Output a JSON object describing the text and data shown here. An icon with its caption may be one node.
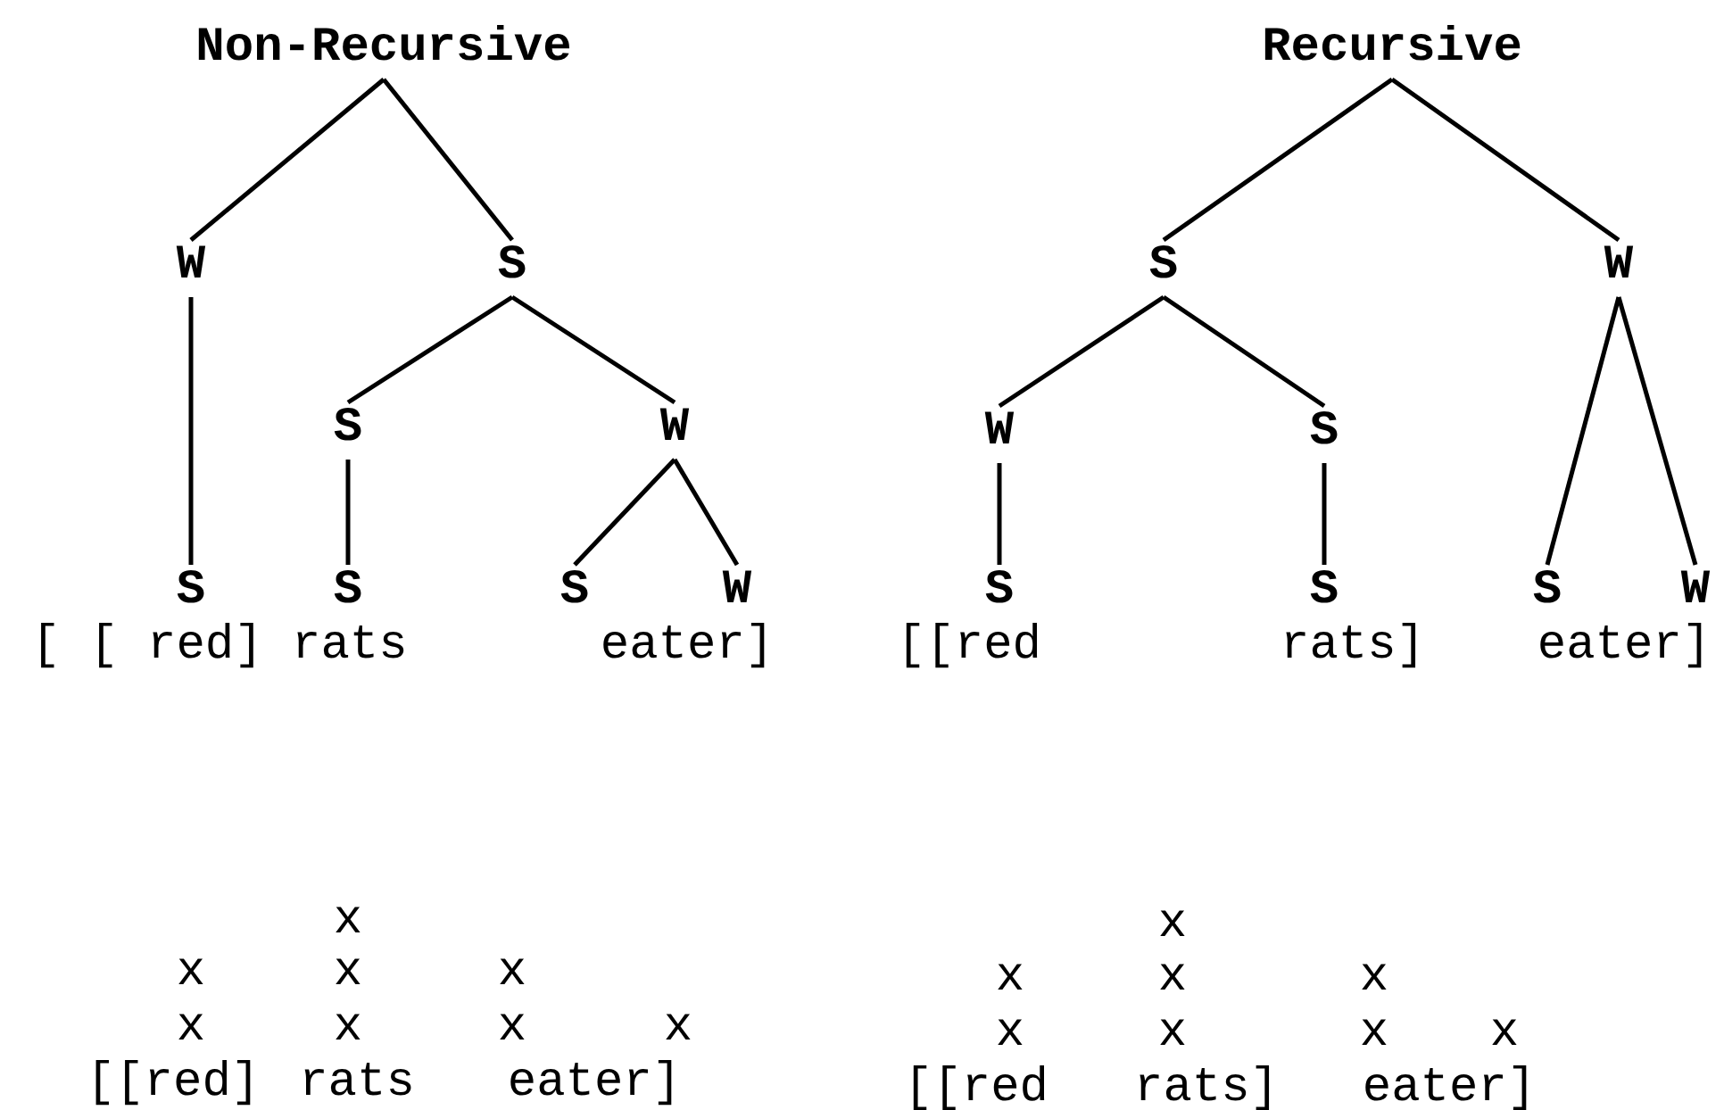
{
  "diagram": {
    "nodes": [
      {
        "text": [
          "Non-Recursive"
        ]
      },
      {
        "text": [
          "W"
        ]
      },
      {
        "text": [
          "S"
        ]
      },
      {
        "text": [
          "S"
        ]
      },
      {
        "text": [
          "W"
        ]
      },
      {
        "text": [
          "S"
        ]
      },
      {
        "text": [
          "S"
        ]
      },
      {
        "text": [
          "S"
        ]
      },
      {
        "text": [
          "W"
        ]
      },
      {
        "text": [
          "Recursive"
        ]
      },
      {
        "text": [
          "S"
        ]
      },
      {
        "text": [
          "W"
        ]
      },
      {
        "text": [
          "W"
        ]
      },
      {
        "text": [
          "S"
        ]
      },
      {
        "text": [
          "S"
        ]
      },
      {
        "text": [
          "S"
        ]
      },
      {
        "text": [
          "S"
        ]
      },
      {
        "text": [
          "W"
        ]
      }
    ],
    "edges": [
      {
        "from": 0,
        "to": 1,
        "arrow": "none"
      },
      {
        "from": 0,
        "to": 2,
        "arrow": "none"
      },
      {
        "from": 1,
        "to": 5,
        "arrow": "none"
      },
      {
        "from": 2,
        "to": 3,
        "arrow": "none"
      },
      {
        "from": 2,
        "to": 4,
        "arrow": "none"
      },
      {
        "from": 3,
        "to": 6,
        "arrow": "none"
      },
      {
        "from": 4,
        "to": 7,
        "arrow": "none"
      },
      {
        "from": 4,
        "to": 8,
        "arrow": "none"
      },
      {
        "from": 9,
        "to": 10,
        "arrow": "none"
      },
      {
        "from": 9,
        "to": 11,
        "arrow": "none"
      },
      {
        "from": 10,
        "to": 12,
        "arrow": "none"
      },
      {
        "from": 10,
        "to": 13,
        "arrow": "none"
      },
      {
        "from": 12,
        "to": 14,
        "arrow": "none"
      },
      {
        "from": 13,
        "to": 15,
        "arrow": "none"
      },
      {
        "from": 11,
        "to": 16,
        "arrow": "none"
      },
      {
        "from": 11,
        "to": 17,
        "arrow": "none"
      }
    ],
    "labels": [
      "[ [ red] rats",
      "eater]",
      "[[red",
      "rats]",
      "eater]",
      "x",
      "x",
      "x",
      "x",
      "x",
      "x",
      "x",
      "x",
      "x",
      "x",
      "x",
      "x",
      "x",
      "x",
      "x",
      "x",
      "[[red]",
      "rats",
      "eater]",
      "[[red",
      "rats]",
      "eater]"
    ]
  }
}
